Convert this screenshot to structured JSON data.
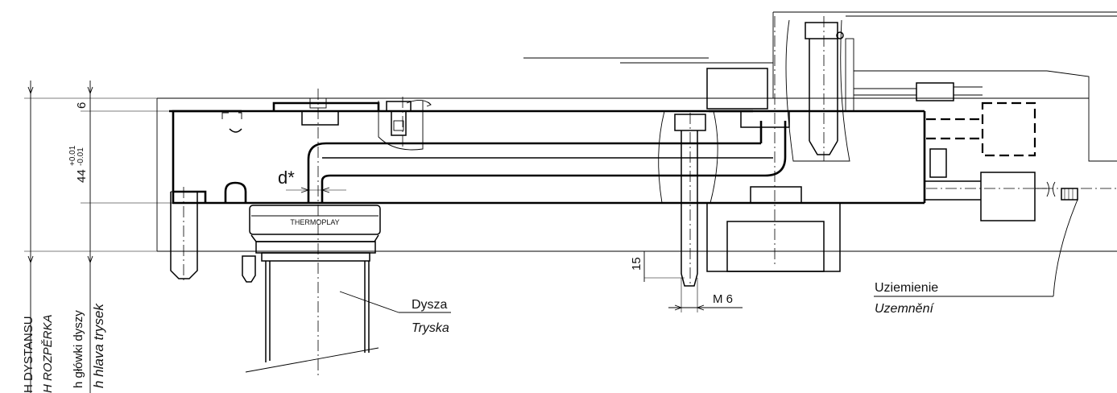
{
  "labels": {
    "h_spacer_pl": "H DYSTANSU",
    "h_spacer_cz": "H ROZPĚRKA",
    "h_head_pl": "h główki dyszy",
    "h_head_cz": "h hlava trysek",
    "dim_6": "6",
    "dim_44": "44",
    "tol_plus": "+0.01",
    "tol_minus": "-0.01",
    "dim_d": "d*",
    "nozzle_brand": "THERMOPLAY",
    "dim_15": "15",
    "thread": "M 6",
    "nozzle_pl": "Dysza",
    "nozzle_cz": "Tryska",
    "ground_pl": "Uziemienie",
    "ground_cz": "Uzemnění"
  }
}
